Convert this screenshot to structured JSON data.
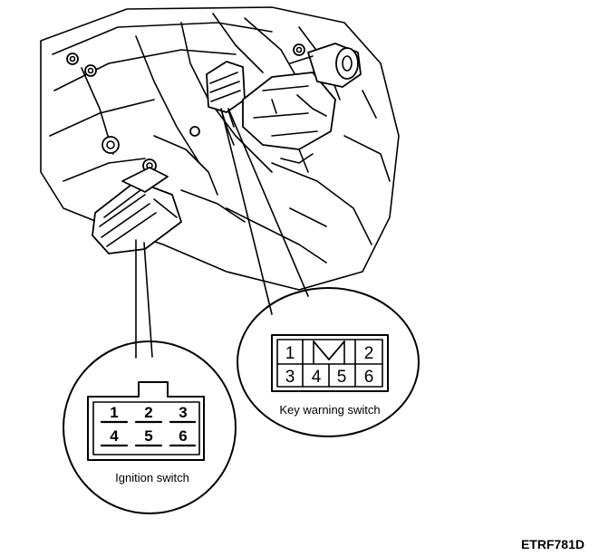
{
  "ignition_switch": {
    "label": "Ignition switch",
    "pins": [
      "1",
      "2",
      "3",
      "4",
      "5",
      "6"
    ]
  },
  "key_warning_switch": {
    "label": "Key warning switch",
    "pins": [
      "1",
      "2",
      "3",
      "4",
      "5",
      "6"
    ]
  },
  "figure_code": "ETRF781D"
}
